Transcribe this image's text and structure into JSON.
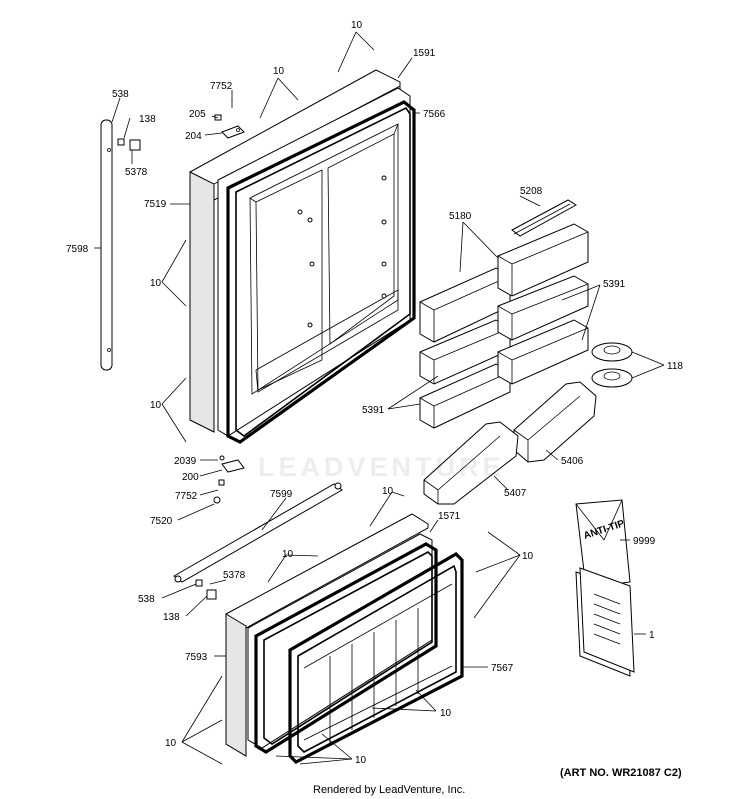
{
  "diagram": {
    "watermark": "LEADVENTURE",
    "footer_credit": "Rendered by LeadVenture, Inc.",
    "art_number": "(ART NO. WR21087 C2)",
    "anti_tip_text": "ANTI-TIP",
    "callouts": [
      {
        "id": "c10a",
        "text": "10"
      },
      {
        "id": "c1591",
        "text": "1591"
      },
      {
        "id": "c10b",
        "text": "10"
      },
      {
        "id": "c7752a",
        "text": "7752"
      },
      {
        "id": "c538a",
        "text": "538"
      },
      {
        "id": "c205",
        "text": "205"
      },
      {
        "id": "c138a",
        "text": "138"
      },
      {
        "id": "c7566",
        "text": "7566"
      },
      {
        "id": "c204",
        "text": "204"
      },
      {
        "id": "c5378a",
        "text": "5378"
      },
      {
        "id": "c7519",
        "text": "7519"
      },
      {
        "id": "c5208",
        "text": "5208"
      },
      {
        "id": "c5180",
        "text": "5180"
      },
      {
        "id": "c7598",
        "text": "7598"
      },
      {
        "id": "c10c",
        "text": "10"
      },
      {
        "id": "c5391a",
        "text": "5391"
      },
      {
        "id": "c118",
        "text": "118"
      },
      {
        "id": "c10d",
        "text": "10"
      },
      {
        "id": "c5391b",
        "text": "5391"
      },
      {
        "id": "c2039",
        "text": "2039"
      },
      {
        "id": "c5406",
        "text": "5406"
      },
      {
        "id": "c200",
        "text": "200"
      },
      {
        "id": "c7752b",
        "text": "7752"
      },
      {
        "id": "c7599",
        "text": "7599"
      },
      {
        "id": "c5407",
        "text": "5407"
      },
      {
        "id": "c10e",
        "text": "10"
      },
      {
        "id": "c7520",
        "text": "7520"
      },
      {
        "id": "c1571",
        "text": "1571"
      },
      {
        "id": "c9999",
        "text": "9999"
      },
      {
        "id": "c10f",
        "text": "10"
      },
      {
        "id": "c10g",
        "text": "10"
      },
      {
        "id": "c5378b",
        "text": "5378"
      },
      {
        "id": "c538b",
        "text": "538"
      },
      {
        "id": "c138b",
        "text": "138"
      },
      {
        "id": "c1",
        "text": "1"
      },
      {
        "id": "c7593",
        "text": "7593"
      },
      {
        "id": "c7567",
        "text": "7567"
      },
      {
        "id": "c10h",
        "text": "10"
      },
      {
        "id": "c10i",
        "text": "10"
      },
      {
        "id": "c10j",
        "text": "10"
      }
    ]
  }
}
